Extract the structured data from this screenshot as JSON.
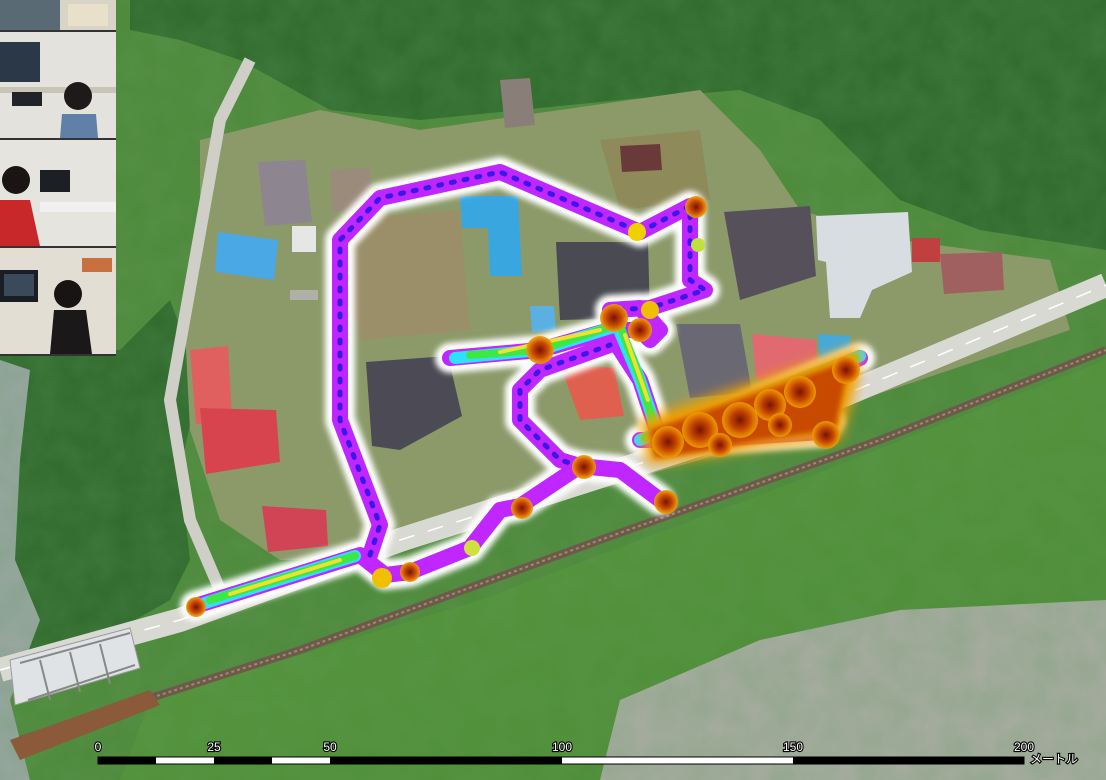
{
  "scale_bar": {
    "ticks": [
      "0",
      "25",
      "50",
      "100",
      "150",
      "200"
    ],
    "unit": "メートル"
  },
  "colors": {
    "vegetation": "#3f7a35",
    "field": "#5f9a3e",
    "road": "#d9d9d3",
    "heat_low": "#7a00ff",
    "heat_mid": "#2fe04a",
    "heat_high": "#f0a000",
    "heat_peak": "#8a1a00"
  },
  "webcam_panels": [
    "webcam-person-1",
    "webcam-person-2",
    "webcam-person-3",
    "webcam-person-4"
  ]
}
